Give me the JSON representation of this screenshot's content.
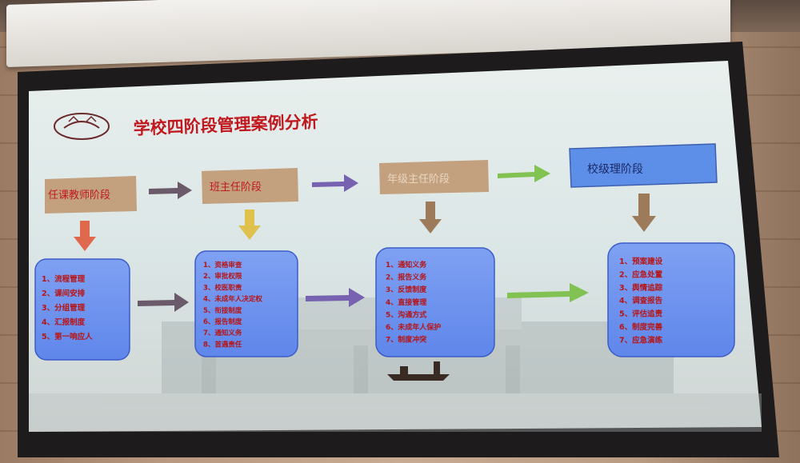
{
  "slide": {
    "title": "学校四阶段管理案例分析",
    "logo": "zhejiang-university-logo"
  },
  "stages": [
    {
      "label": "任课教师阶段",
      "color": "#c3a07e",
      "items": [
        "1、流程管理",
        "2、课间安排",
        "3、分组管理",
        "4、汇报制度",
        "5、第一响应人"
      ]
    },
    {
      "label": "班主任阶段",
      "color": "#c3a07e",
      "items": [
        "1、资格审查",
        "2、审批权限",
        "3、校医职责",
        "4、未成年人决定权",
        "5、衔接制度",
        "6、报告制度",
        "7、通知义务",
        "8、首遇责任"
      ]
    },
    {
      "label": "年级主任阶段",
      "color": "#c3a07e",
      "items": [
        "1、通知义务",
        "2、报告义务",
        "3、反馈制度",
        "4、直接管理",
        "5、沟通方式",
        "6、未成年人保护",
        "7、制度冲突"
      ]
    },
    {
      "label": "校级理阶段",
      "color": "#5d8ee8",
      "items": [
        "1、预案建设",
        "2、应急处置",
        "3、舆情追踪",
        "4、调查报告",
        "5、评估追责",
        "6、制度完善",
        "7、应急演练"
      ]
    }
  ],
  "colors": {
    "stage_box": "#c3a07e",
    "stage_box_blue": "#5d8ee8",
    "detail_box": "#6f95f0",
    "title_red": "#c0181e",
    "arrow_dark": "#6b5a6a",
    "arrow_purple": "#7662b0",
    "arrow_green": "#82c252",
    "arrow_orange": "#e0694d",
    "arrow_yellow": "#e1c14d",
    "arrow_brown": "#9d7b5a"
  }
}
